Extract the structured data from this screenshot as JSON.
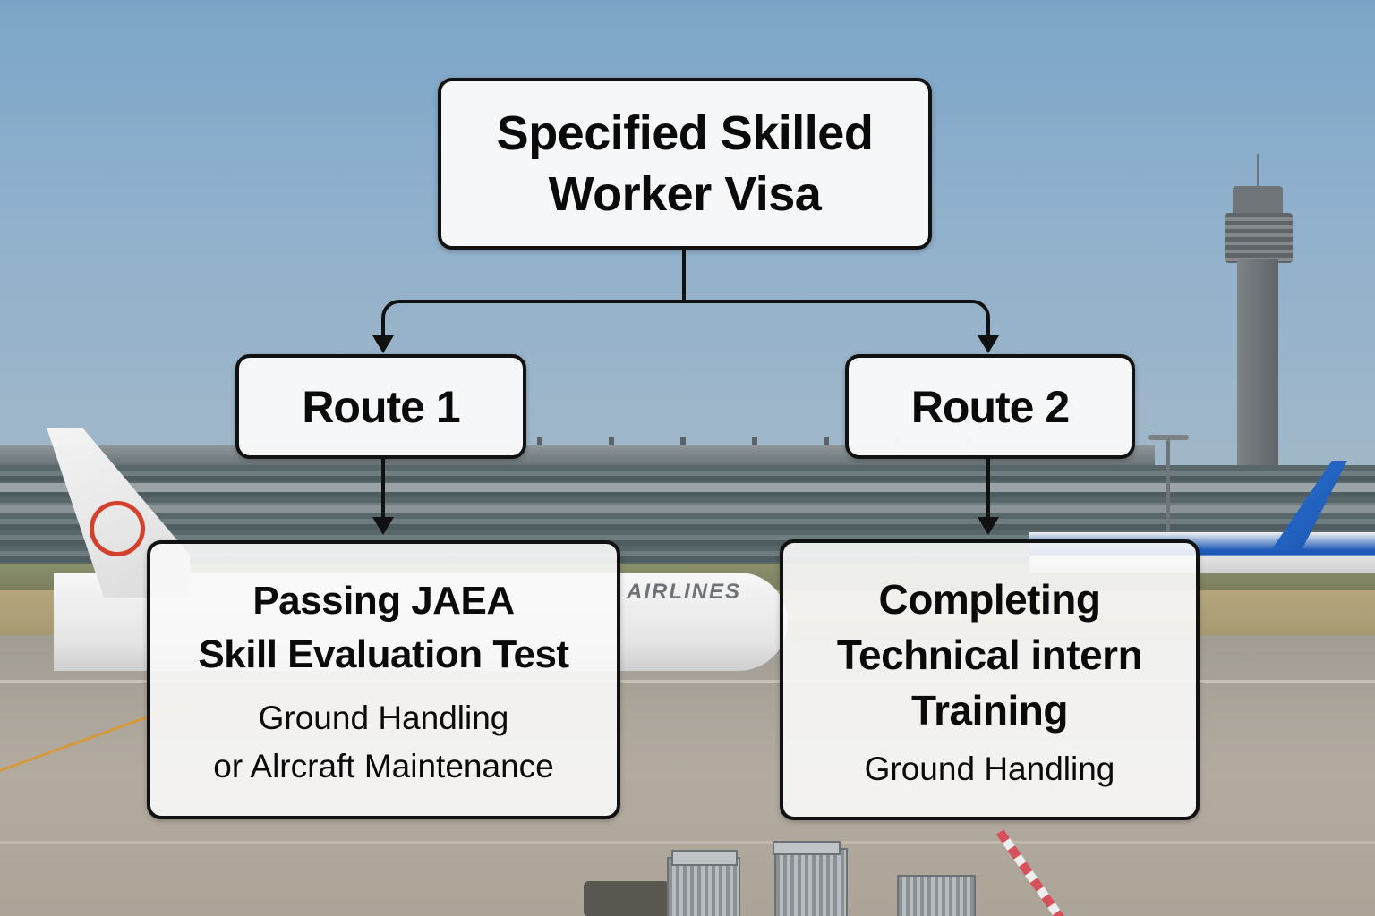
{
  "diagram": {
    "title": {
      "line1": "Specified Skilled",
      "line2": "Worker Visa"
    },
    "routes": [
      {
        "label": "Route 1",
        "requirement": {
          "line1": "Passing JAEA",
          "line2": "Skill Evaluation Test"
        },
        "fields": {
          "line1": "Ground Handling",
          "line2": "or Alrcraft Maintenance"
        }
      },
      {
        "label": "Route 2",
        "requirement": {
          "line1": "Completing",
          "line2": "Technical intern",
          "line3": "Training"
        },
        "fields": {
          "line1": "Ground Handling"
        }
      }
    ],
    "connector_color": "#111111",
    "box_fill": "#fafafa"
  },
  "background": {
    "scene": "airport apron with terminal, control tower and parked aircraft",
    "aircraft_livery_text": "AIRLINES",
    "sky_color": "#7ba5c8",
    "left_tail_logo_color": "#d4402b",
    "right_tail_color": "#2a6fd0"
  }
}
